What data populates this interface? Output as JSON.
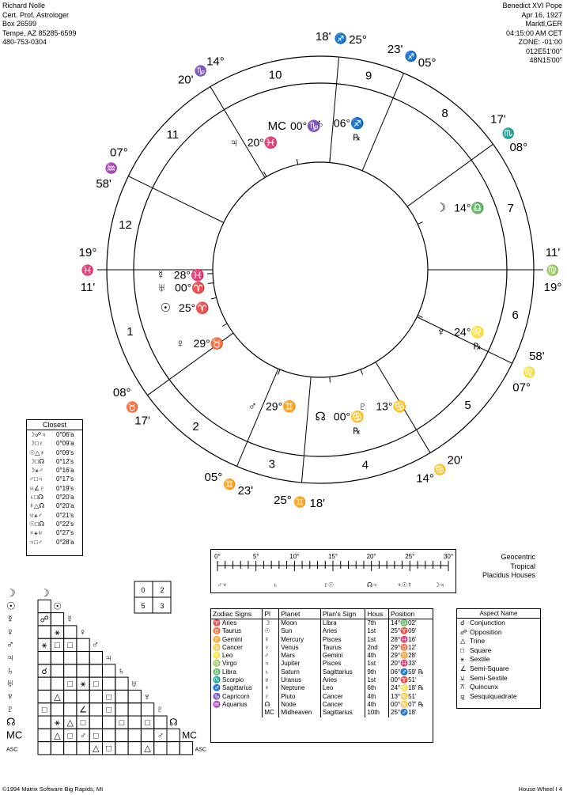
{
  "header_left": [
    "Richard Nolle",
    "Cert. Prof. Astrologer",
    "Box 26599",
    "Tempe, AZ 85285-6599",
    "480-753-0304"
  ],
  "header_right": [
    "Benedict XVI Pope",
    "Apr 16, 1927",
    "Marktl,GER",
    "04:15:00 AM CET",
    "ZONE: -01:00",
    "012E51'00\"",
    "48N15'00\""
  ],
  "wheel": {
    "cusps": [
      {
        "house": 1,
        "deg": "19°",
        "min": "11'",
        "sign": "♓"
      },
      {
        "house": 2,
        "deg": "08°",
        "min": "17'",
        "sign": "♉"
      },
      {
        "house": 3,
        "deg": "05°",
        "min": "23'",
        "sign": "♊"
      },
      {
        "house": 4,
        "deg": "25°",
        "min": "18'",
        "sign": "♊"
      },
      {
        "house": 5,
        "deg": "14°",
        "min": "20'",
        "sign": "♋"
      },
      {
        "house": 6,
        "deg": "07°",
        "min": "58'",
        "sign": "♌"
      },
      {
        "house": 7,
        "deg": "19°",
        "min": "11'",
        "sign": "♍"
      },
      {
        "house": 8,
        "deg": "08°",
        "min": "17'",
        "sign": "♏"
      },
      {
        "house": 9,
        "deg": "05°",
        "min": "23'",
        "sign": "♐"
      },
      {
        "house": 10,
        "deg": "25°",
        "min": "18'",
        "sign": "♐"
      },
      {
        "house": 11,
        "deg": "14°",
        "min": "20'",
        "sign": "♑"
      },
      {
        "house": 12,
        "deg": "07°",
        "min": "58'",
        "sign": "♒"
      }
    ],
    "house_numbers": [
      "1",
      "2",
      "3",
      "4",
      "5",
      "6",
      "7",
      "8",
      "9",
      "10",
      "11",
      "12"
    ],
    "placements": [
      {
        "glyph": "☽",
        "label": "14°♎"
      },
      {
        "glyph": "♆",
        "label": "24°♌",
        "retro": "℞"
      },
      {
        "glyph": "♇",
        "label": "13°♋"
      },
      {
        "glyph": "☊",
        "label": "00°♋",
        "retro": "℞"
      },
      {
        "glyph": "♂",
        "label": "29°♊"
      },
      {
        "glyph": "♀",
        "label": "29°♉"
      },
      {
        "glyph": "☉",
        "label": "25°♈"
      },
      {
        "glyph": "♅",
        "label": "00°♈"
      },
      {
        "glyph": "☿",
        "label": "28°♓"
      },
      {
        "glyph": "♃",
        "label": "20°♓"
      },
      {
        "glyph": "♄",
        "label": "06°♐",
        "retro": "℞"
      },
      {
        "glyph": "MC",
        "label": "00°♑"
      }
    ]
  },
  "closest": {
    "title": "Closest",
    "rows": [
      {
        "a": "☽☍♃",
        "orb": "0°06'a"
      },
      {
        "a": "☽□♇",
        "orb": "0°09'a"
      },
      {
        "a": "☉△♆",
        "orb": "0°09's"
      },
      {
        "a": "☽□☊",
        "orb": "0°12's"
      },
      {
        "a": "☽⚹♂",
        "orb": "0°16'a"
      },
      {
        "a": "♂□♃",
        "orb": "0°17's"
      },
      {
        "a": "♅∠♇",
        "orb": "0°19's"
      },
      {
        "a": "♄□☊",
        "orb": "0°20'a"
      },
      {
        "a": "☿△☊",
        "orb": "0°20'a"
      },
      {
        "a": "♅⚹♂",
        "orb": "0°21's"
      },
      {
        "a": "☉□☊",
        "orb": "0°22's"
      },
      {
        "a": "♆⚹♅",
        "orb": "0°27's"
      },
      {
        "a": "♃□♂",
        "orb": "0°28'a"
      }
    ]
  },
  "modality_box": [
    "0",
    "2",
    "5",
    "3"
  ],
  "orb_scale": {
    "ticks": [
      "0°",
      "5°",
      "10°",
      "15°",
      "20°",
      "25°",
      "30°"
    ],
    "bottom": [
      "♂♆",
      "♄",
      "♇☉",
      "☊♃",
      "♆☉☿",
      "☽♃"
    ]
  },
  "geo": [
    "Geocentric",
    "Tropical",
    "Placidus Houses"
  ],
  "zodiac": {
    "header": "Zodiac Signs",
    "signs": [
      [
        "♈",
        "Aries"
      ],
      [
        "♉",
        "Taurus"
      ],
      [
        "♊",
        "Gemini"
      ],
      [
        "♋",
        "Cancer"
      ],
      [
        "♌",
        "Leo"
      ],
      [
        "♍",
        "Virgo"
      ],
      [
        "♎",
        "Libra"
      ],
      [
        "♏",
        "Scorpio"
      ],
      [
        "♐",
        "Sagittarius"
      ],
      [
        "♑",
        "Capricorn"
      ],
      [
        "♒",
        "Aquarius"
      ]
    ]
  },
  "planets_table": {
    "headers": [
      "Pl",
      "Planet",
      "Plan's Sign",
      "Hous",
      "Position"
    ],
    "rows": [
      [
        "☽",
        "Moon",
        "Libra",
        "7th",
        "14°♎02'"
      ],
      [
        "☉",
        "Sun",
        "Aries",
        "1st",
        "25°♈09'"
      ],
      [
        "☿",
        "Mercury",
        "Pisces",
        "1st",
        "28°♓16'"
      ],
      [
        "♀",
        "Venus",
        "Taurus",
        "2nd",
        "29°♉12'"
      ],
      [
        "♂",
        "Mars",
        "Gemini",
        "4th",
        "29°♊28'"
      ],
      [
        "♃",
        "Jupiter",
        "Pisces",
        "1st",
        "20°♓33'"
      ],
      [
        "♄",
        "Saturn",
        "Sagittarius",
        "9th",
        "06°♐59' ℞"
      ],
      [
        "♅",
        "Uranus",
        "Aries",
        "1st",
        "00°♈51'"
      ],
      [
        "♆",
        "Neptune",
        "Leo",
        "6th",
        "24°♌18' ℞"
      ],
      [
        "♇",
        "Pluto",
        "Cancer",
        "4th",
        "13°♋51'"
      ],
      [
        "☊",
        "Node",
        "Cancer",
        "4th",
        "00°♋07' ℞"
      ],
      [
        "MC",
        "Midheaven",
        "Sagittarius",
        "10th",
        "25°♐18'"
      ]
    ]
  },
  "aspects": {
    "title": "Aspect Name",
    "rows": [
      [
        "☌",
        "Conjunction"
      ],
      [
        "☍",
        "Opposition"
      ],
      [
        "△",
        "Trine"
      ],
      [
        "□",
        "Square"
      ],
      [
        "⚹",
        "Sextile"
      ],
      [
        "∠",
        "Semi-Square"
      ],
      [
        "⚺",
        "Semi-Sextile"
      ],
      [
        "⚻",
        "Quincunx"
      ],
      [
        "⚼",
        "Sesquiquadrate"
      ]
    ]
  },
  "grid": {
    "labels": [
      "☽",
      "☉",
      "☿",
      "♀",
      "♂",
      "♃",
      "♄",
      "♅",
      "♆",
      "♇",
      "☊",
      "MC",
      "ASC"
    ]
  },
  "footer_left": "©1994  Matrix Software  Big Rapids, MI",
  "footer_right": "House Wheel I 4"
}
